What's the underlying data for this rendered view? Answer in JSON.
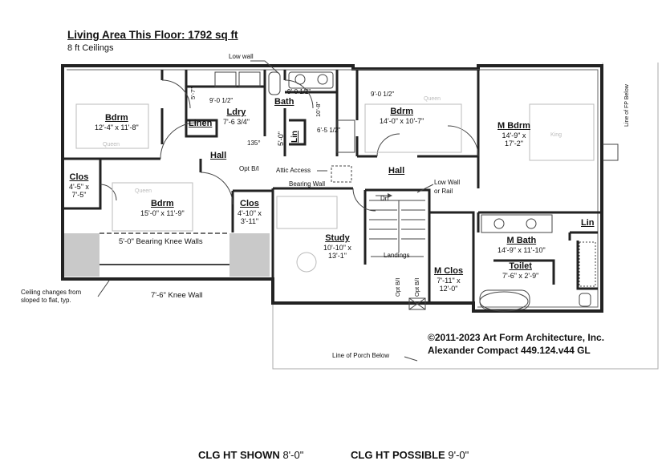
{
  "header": {
    "title": "Living Area This Floor: 1792 sq ft",
    "subtitle": "8 ft Ceilings"
  },
  "rooms": {
    "bdrm_nw": {
      "name": "Bdrm",
      "dims": "12'-4\" x 11'-8\""
    },
    "ldry": {
      "name": "Ldry",
      "dims": "7'-6 3/4\""
    },
    "linen": {
      "name": "Linen"
    },
    "bath": {
      "name": "Bath"
    },
    "bdrm_n": {
      "name": "Bdrm",
      "dims": "14'-0\" x 10'-7\""
    },
    "m_bdrm": {
      "name": "M Bdrm",
      "dims_line1": "14'-9\" x",
      "dims_line2": "17'-2\""
    },
    "clos_w": {
      "name": "Clos",
      "dims_line1": "4'-5\" x",
      "dims_line2": "7'-5\""
    },
    "bdrm_sw": {
      "name": "Bdrm",
      "dims": "15'-0\" x 11'-9\""
    },
    "clos_c": {
      "name": "Clos",
      "dims_line1": "4'-10\" x",
      "dims_line2": "3'-11\""
    },
    "study": {
      "name": "Study",
      "dims_line1": "10'-10\" x",
      "dims_line2": "13'-1\""
    },
    "m_clos": {
      "name": "M Clos",
      "dims_line1": "7'-11\" x",
      "dims_line2": "12'-0\""
    },
    "m_bath": {
      "name": "M Bath",
      "dims": "14'-9\" x 11'-10\""
    },
    "toilet": {
      "name": "Toilet",
      "dims": "7'-6\" x 2'-9\""
    },
    "lin": {
      "name": "Lin"
    },
    "lin_small": {
      "name": "Lin"
    },
    "hall_w": {
      "name": "Hall"
    },
    "hall_c": {
      "name": "Hall"
    }
  },
  "notes": {
    "low_wall": "Low wall",
    "dim_9_0_half_a": "9'-0 1/2\"",
    "dim_9_0_half_b": "9'-0 1/2\"",
    "dim_9_0_half_c": "9'-0 1/2\"",
    "dim_5_7": "5'-7\"",
    "dim_10_8": "10'-8\"",
    "dim_5_0": "5'-0\"",
    "dim_6_5_half": "6'-5 1/2\"",
    "angle_135": "135°",
    "opt_bi": "Opt B/I",
    "attic_access": "Attic Access",
    "bearing_wall": "Bearing Wall",
    "dn": "Dn",
    "landings": "Landings",
    "low_wall_rail_1": "Low Wall",
    "low_wall_rail_2": "or Rail",
    "bearing_knee_walls": "5'-0\" Bearing Knee Walls",
    "knee_wall": "7'-6\" Knee Wall",
    "ceiling_change_1": "Ceiling changes from",
    "ceiling_change_2": "sloped to flat, typ.",
    "opt_bi_v1": "Opt B/I",
    "opt_bi_v2": "Opt B/I",
    "line_of_fp": "Line of FP Below",
    "line_of_porch": "Line of Porch Below",
    "queen_1": "Queen",
    "queen_2": "Queen",
    "queen_3": "Queen",
    "king": "King"
  },
  "copyright": {
    "line1": "©2011-2023 Art Form Architecture, Inc.",
    "line2": "Alexander Compact 449.124.v44 GL"
  },
  "ceiling": {
    "shown_label": "CLG HT SHOWN",
    "shown_value": "8'-0\"",
    "possible_label": "CLG HT POSSIBLE",
    "possible_value": "9'-0\""
  }
}
